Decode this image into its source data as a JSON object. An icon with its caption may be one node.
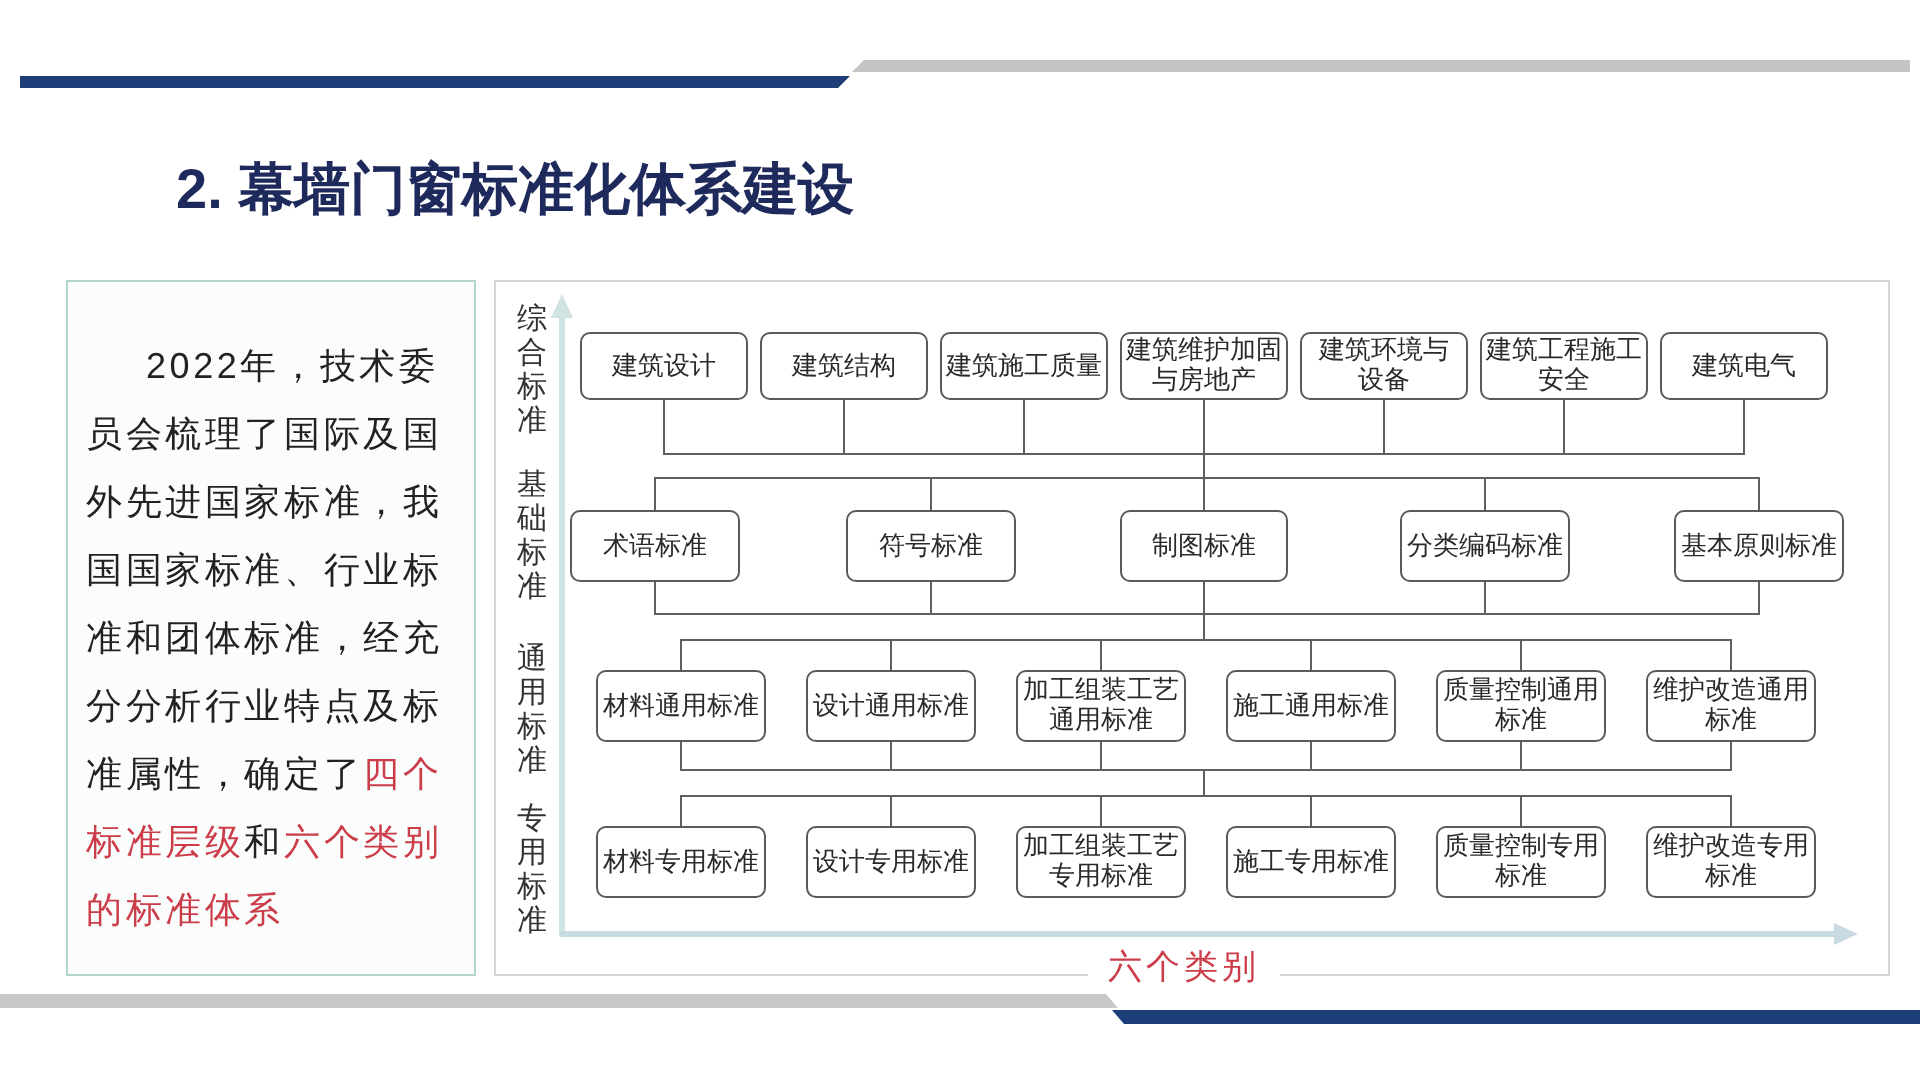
{
  "diagram": {
    "title": "2. 幕墙门窗标准化体系建设",
    "nodes": [
      {
        "text": [
          "2022年，技术委员会梳理了国际及国外先进国家标准，我国国家标准、行业标准和团体标准，经充分分析行业特点及标准属性，确定了**四个标准层级**和**六个类别的标准体系**"
        ]
      },
      {
        "text": [],
        "shape": "box"
      },
      {
        "text": [
          "建筑设计"
        ],
        "in": 1
      },
      {
        "text": [
          "建筑结构"
        ],
        "in": 1
      },
      {
        "text": [
          "建筑施工质量"
        ],
        "in": 1
      },
      {
        "text": [
          "建筑维护加固与房地产"
        ],
        "in": 1
      },
      {
        "text": [
          "建筑环境与设备"
        ],
        "in": 1
      },
      {
        "text": [
          "建筑工程施工安全"
        ],
        "in": 1
      },
      {
        "text": [
          "建筑电气"
        ],
        "in": 1
      },
      {
        "text": [
          "术语标准"
        ],
        "in": 1
      },
      {
        "text": [
          "符号标准"
        ],
        "in": 1
      },
      {
        "text": [
          "制图标准"
        ],
        "in": 1
      },
      {
        "text": [
          "分类编码标准"
        ],
        "in": 1
      },
      {
        "text": [
          "基本原则标准"
        ],
        "in": 1
      },
      {
        "text": [
          "材料通用标准"
        ],
        "in": 1
      },
      {
        "text": [
          "设计通用标准"
        ],
        "in": 1
      },
      {
        "text": [
          "加工组装工艺通用标准"
        ],
        "in": 1
      },
      {
        "text": [
          "施工通用标准"
        ],
        "in": 1
      },
      {
        "text": [
          "质量控制通用标准"
        ],
        "in": 1
      },
      {
        "text": [
          "维护改造通用标准"
        ],
        "in": 1
      },
      {
        "text": [
          "材料专用标准"
        ],
        "in": 1
      },
      {
        "text": [
          "设计专用标准"
        ],
        "in": 1
      },
      {
        "text": [
          "加工组装工艺专用标准"
        ],
        "in": 1
      },
      {
        "text": [
          "施工专用标准"
        ],
        "in": 1
      },
      {
        "text": [
          "质量控制专用标准"
        ],
        "in": 1
      },
      {
        "text": [
          "维护改造专用标准"
        ],
        "in": 1
      }
    ],
    "edges": [
      {
        "from": 2,
        "to": 9,
        "arrow": "none"
      },
      {
        "from": 2,
        "to": 10,
        "arrow": "none"
      },
      {
        "from": 2,
        "to": 11,
        "arrow": "none"
      },
      {
        "from": 2,
        "to": 12,
        "arrow": "none"
      },
      {
        "from": 2,
        "to": 13,
        "arrow": "none"
      },
      {
        "from": 3,
        "to": 9,
        "arrow": "none"
      },
      {
        "from": 3,
        "to": 10,
        "arrow": "none"
      },
      {
        "from": 3,
        "to": 11,
        "arrow": "none"
      },
      {
        "from": 3,
        "to": 12,
        "arrow": "none"
      },
      {
        "from": 3,
        "to": 13,
        "arrow": "none"
      },
      {
        "from": 4,
        "to": 9,
        "arrow": "none"
      },
      {
        "from": 4,
        "to": 10,
        "arrow": "none"
      },
      {
        "from": 4,
        "to": 11,
        "arrow": "none"
      },
      {
        "from": 4,
        "to": 12,
        "arrow": "none"
      },
      {
        "from": 4,
        "to": 13,
        "arrow": "none"
      },
      {
        "from": 5,
        "to": 9,
        "arrow": "none"
      },
      {
        "from": 5,
        "to": 10,
        "arrow": "none"
      },
      {
        "from": 5,
        "to": 11,
        "arrow": "none"
      },
      {
        "from": 5,
        "to": 12,
        "arrow": "none"
      },
      {
        "from": 5,
        "to": 13,
        "arrow": "none"
      },
      {
        "from": 6,
        "to": 9,
        "arrow": "none"
      },
      {
        "from": 6,
        "to": 10,
        "arrow": "none"
      },
      {
        "from": 6,
        "to": 11,
        "arrow": "none"
      },
      {
        "from": 6,
        "to": 12,
        "arrow": "none"
      },
      {
        "from": 6,
        "to": 13,
        "arrow": "none"
      },
      {
        "from": 7,
        "to": 9,
        "arrow": "none"
      },
      {
        "from": 7,
        "to": 10,
        "arrow": "none"
      },
      {
        "from": 7,
        "to": 11,
        "arrow": "none"
      },
      {
        "from": 7,
        "to": 12,
        "arrow": "none"
      },
      {
        "from": 7,
        "to": 13,
        "arrow": "none"
      },
      {
        "from": 8,
        "to": 9,
        "arrow": "none"
      },
      {
        "from": 8,
        "to": 10,
        "arrow": "none"
      },
      {
        "from": 8,
        "to": 11,
        "arrow": "none"
      },
      {
        "from": 8,
        "to": 12,
        "arrow": "none"
      },
      {
        "from": 8,
        "to": 13,
        "arrow": "none"
      },
      {
        "from": 9,
        "to": 14,
        "arrow": "none"
      },
      {
        "from": 9,
        "to": 15,
        "arrow": "none"
      },
      {
        "from": 9,
        "to": 16,
        "arrow": "none"
      },
      {
        "from": 9,
        "to": 17,
        "arrow": "none"
      },
      {
        "from": 9,
        "to": 18,
        "arrow": "none"
      },
      {
        "from": 9,
        "to": 19,
        "arrow": "none"
      },
      {
        "from": 10,
        "to": 14,
        "arrow": "none"
      },
      {
        "from": 10,
        "to": 15,
        "arrow": "none"
      },
      {
        "from": 10,
        "to": 16,
        "arrow": "none"
      },
      {
        "from": 10,
        "to": 17,
        "arrow": "none"
      },
      {
        "from": 10,
        "to": 18,
        "arrow": "none"
      },
      {
        "from": 10,
        "to": 19,
        "arrow": "none"
      },
      {
        "from": 11,
        "to": 14,
        "arrow": "none"
      },
      {
        "from": 11,
        "to": 15,
        "arrow": "none"
      },
      {
        "from": 11,
        "to": 16,
        "arrow": "none"
      },
      {
        "from": 11,
        "to": 17,
        "arrow": "none"
      },
      {
        "from": 11,
        "to": 18,
        "arrow": "none"
      },
      {
        "from": 11,
        "to": 19,
        "arrow": "none"
      },
      {
        "from": 12,
        "to": 14,
        "arrow": "none"
      },
      {
        "from": 12,
        "to": 15,
        "arrow": "none"
      },
      {
        "from": 12,
        "to": 16,
        "arrow": "none"
      },
      {
        "from": 12,
        "to": 17,
        "arrow": "none"
      },
      {
        "from": 12,
        "to": 18,
        "arrow": "none"
      },
      {
        "from": 12,
        "to": 19,
        "arrow": "none"
      },
      {
        "from": 13,
        "to": 14,
        "arrow": "none"
      },
      {
        "from": 13,
        "to": 15,
        "arrow": "none"
      },
      {
        "from": 13,
        "to": 16,
        "arrow": "none"
      },
      {
        "from": 13,
        "to": 17,
        "arrow": "none"
      },
      {
        "from": 13,
        "to": 18,
        "arrow": "none"
      },
      {
        "from": 13,
        "to": 19,
        "arrow": "none"
      },
      {
        "from": 14,
        "to": 20,
        "arrow": "none"
      },
      {
        "from": 14,
        "to": 21,
        "arrow": "none"
      },
      {
        "from": 14,
        "to": 22,
        "arrow": "none"
      },
      {
        "from": 14,
        "to": 23,
        "arrow": "none"
      },
      {
        "from": 14,
        "to": 24,
        "arrow": "none"
      },
      {
        "from": 14,
        "to": 25,
        "arrow": "none"
      },
      {
        "from": 15,
        "to": 20,
        "arrow": "none"
      },
      {
        "from": 15,
        "to": 21,
        "arrow": "none"
      },
      {
        "from": 15,
        "to": 22,
        "arrow": "none"
      },
      {
        "from": 15,
        "to": 23,
        "arrow": "none"
      },
      {
        "from": 15,
        "to": 24,
        "arrow": "none"
      },
      {
        "from": 15,
        "to": 25,
        "arrow": "none"
      },
      {
        "from": 16,
        "to": 20,
        "arrow": "none"
      },
      {
        "from": 16,
        "to": 21,
        "arrow": "none"
      },
      {
        "from": 16,
        "to": 22,
        "arrow": "none"
      },
      {
        "from": 16,
        "to": 23,
        "arrow": "none"
      },
      {
        "from": 16,
        "to": 24,
        "arrow": "none"
      },
      {
        "from": 16,
        "to": 25,
        "arrow": "none"
      },
      {
        "from": 17,
        "to": 20,
        "arrow": "none"
      },
      {
        "from": 17,
        "to": 21,
        "arrow": "none"
      },
      {
        "from": 17,
        "to": 22,
        "arrow": "none"
      },
      {
        "from": 17,
        "to": 23,
        "arrow": "none"
      },
      {
        "from": 17,
        "to": 24,
        "arrow": "none"
      },
      {
        "from": 17,
        "to": 25,
        "arrow": "none"
      },
      {
        "from": 18,
        "to": 20,
        "arrow": "none"
      },
      {
        "from": 18,
        "to": 21,
        "arrow": "none"
      },
      {
        "from": 18,
        "to": 22,
        "arrow": "none"
      },
      {
        "from": 18,
        "to": 23,
        "arrow": "none"
      },
      {
        "from": 18,
        "to": 24,
        "arrow": "none"
      },
      {
        "from": 18,
        "to": 25,
        "arrow": "none"
      },
      {
        "from": 19,
        "to": 20,
        "arrow": "none"
      },
      {
        "from": 19,
        "to": 21,
        "arrow": "none"
      },
      {
        "from": 19,
        "to": 22,
        "arrow": "none"
      },
      {
        "from": 19,
        "to": 23,
        "arrow": "none"
      },
      {
        "from": 19,
        "to": 24,
        "arrow": "none"
      },
      {
        "from": 19,
        "to": 25,
        "arrow": "none"
      }
    ],
    "labels": [
      "综合标准",
      "基础标准",
      "通用标准",
      "专用标准",
      "六个类别"
    ]
  }
}
